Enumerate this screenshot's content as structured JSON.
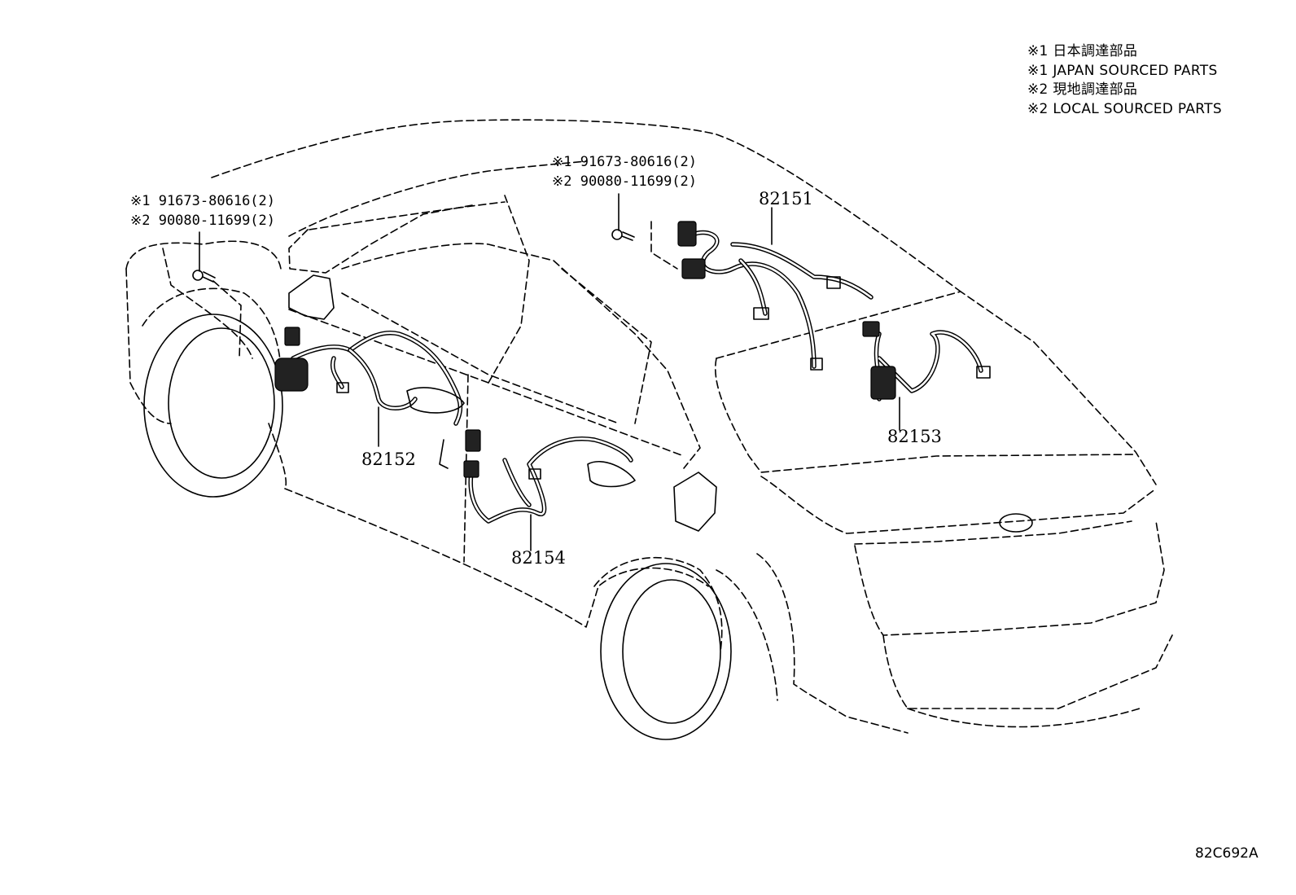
{
  "legend": {
    "line1": "※1 日本調達部品",
    "line2": "※1 JAPAN SOURCED PARTS",
    "line3": "※2 現地調達部品",
    "line4": "※2 LOCAL SOURCED PARTS"
  },
  "callouts": {
    "left_bolt": {
      "line1": "※1 91673-80616(2)",
      "line2": "※2 90080-11699(2)"
    },
    "top_bolt": {
      "line1": "※1 91673-80616(2)",
      "line2": "※2 90080-11699(2)"
    }
  },
  "parts": {
    "p82151": "82151",
    "p82152": "82152",
    "p82153": "82153",
    "p82154": "82154"
  },
  "illustration_code": "82C692A"
}
